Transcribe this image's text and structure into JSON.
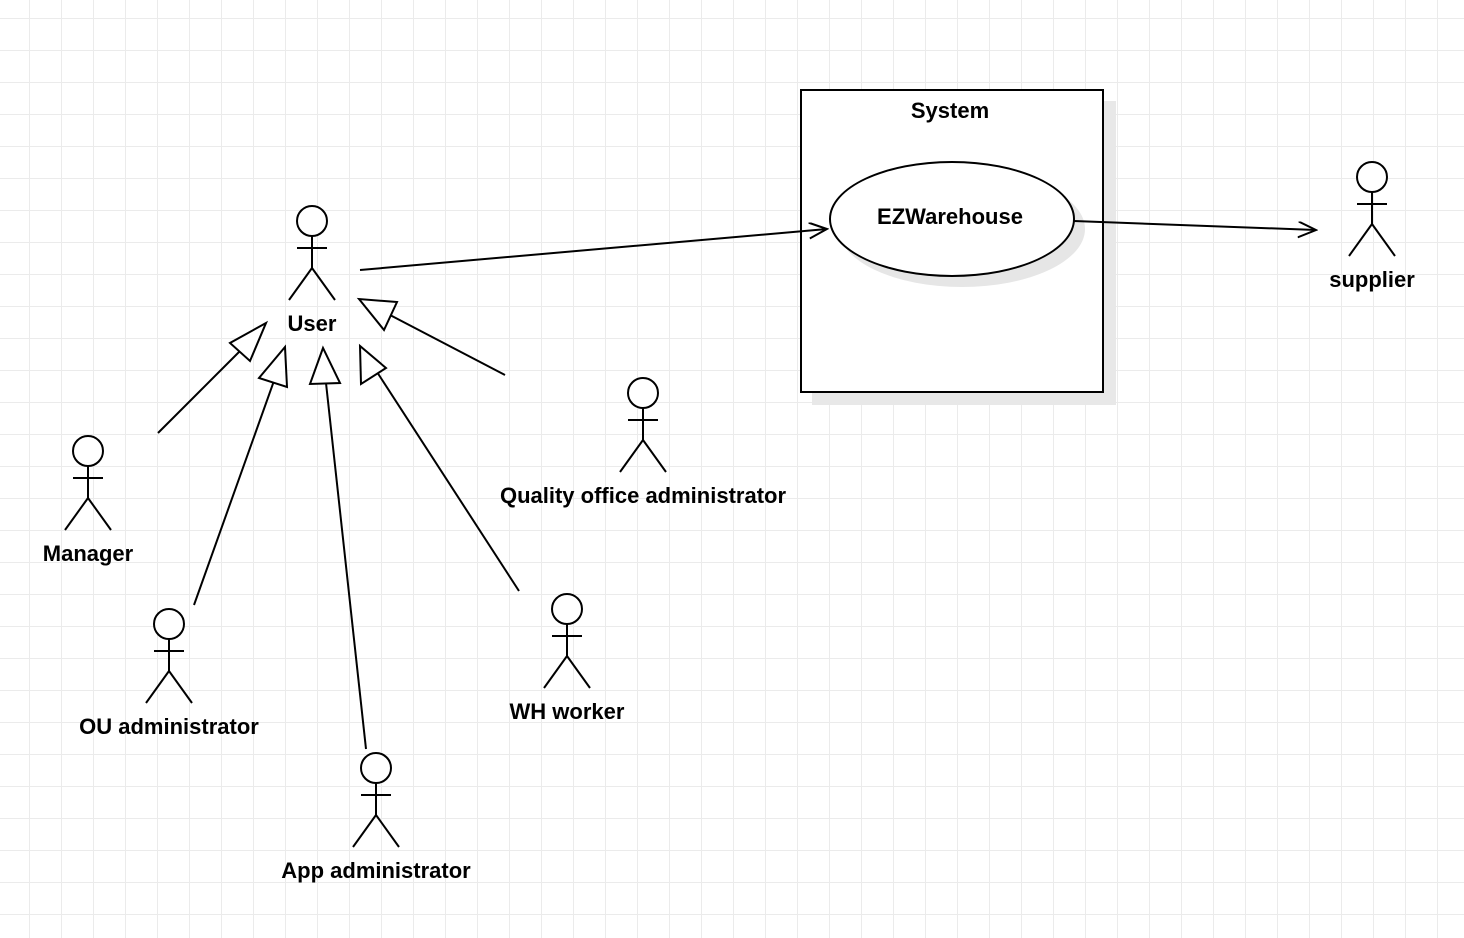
{
  "system": {
    "title": "System"
  },
  "use_case": {
    "label": "EZWarehouse"
  },
  "actors": {
    "user": "User",
    "manager": "Manager",
    "ou_admin": "OU administrator",
    "app_admin": "App administrator",
    "wh_worker": "WH worker",
    "quality_admin": "Quality office administrator",
    "supplier": "supplier"
  },
  "colors": {
    "stroke": "#000000",
    "background": "#ffffff",
    "grid": "#ebebeb",
    "shadow": "#e8e8e8"
  }
}
